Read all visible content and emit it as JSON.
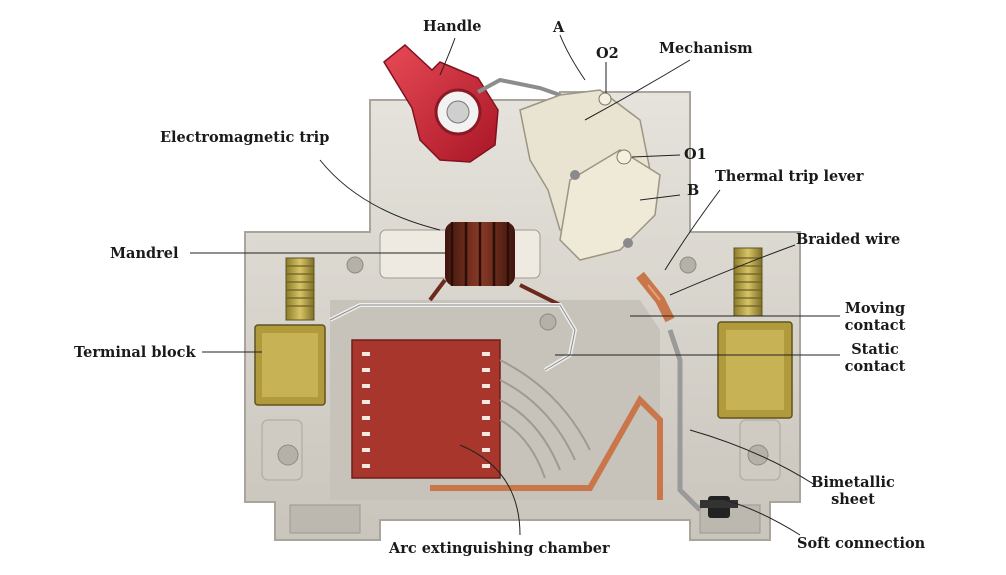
{
  "title": "",
  "labels": {
    "handle": "Handle",
    "a": "A",
    "o2": "O2",
    "mechanism": "Mechanism",
    "electromagnetic_trip": "Electromagnetic trip",
    "o1": "O1",
    "thermal_trip_lever": "Thermal trip lever",
    "b": "B",
    "braided_wire": "Braided wire",
    "mandrel": "Mandrel",
    "moving_contact_1": "Moving",
    "moving_contact_2": "contact",
    "terminal_block": "Terminal block",
    "static_contact_1": "Static",
    "static_contact_2": "contact",
    "bimetallic_sheet_1": "Bimetallic",
    "bimetallic_sheet_2": "sheet",
    "soft_connection": "Soft connection",
    "arc_extinguishing_chamber": "Arc extinguishing chamber"
  },
  "colors": {
    "housing": "#d9d6cf",
    "housing_shadow": "#b9b5ad",
    "handle_red": "#d4283a",
    "coil_copper": "#6b2a1c",
    "arc_chamber": "#a8362c",
    "brass": "#b09a3c",
    "copper": "#c9774a",
    "leader": "#222222"
  }
}
